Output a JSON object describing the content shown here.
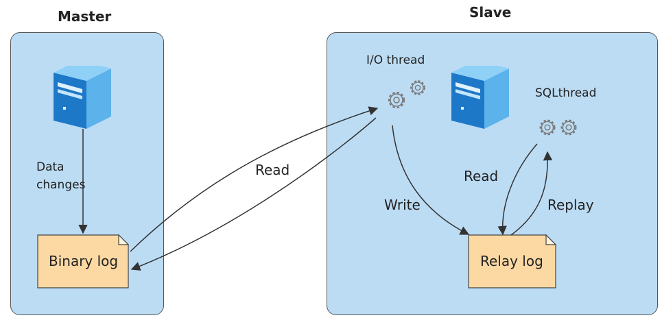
{
  "master": {
    "title": "Master",
    "data_changes": [
      "Data",
      "changes"
    ],
    "binary_log": "Binary log"
  },
  "slave": {
    "title": "Slave",
    "io_thread": "I/O thread",
    "sql_thread": "SQLthread",
    "relay_log": "Relay log",
    "write": "Write",
    "read": "Read",
    "replay": "Replay"
  },
  "link": {
    "read": "Read"
  },
  "colors": {
    "panel": "#bcdcf4",
    "file": "#fcd9a3",
    "server_front": "#1e78c8",
    "server_side": "#5cb2ea",
    "arrow": "#333333",
    "gear": "#777777"
  }
}
